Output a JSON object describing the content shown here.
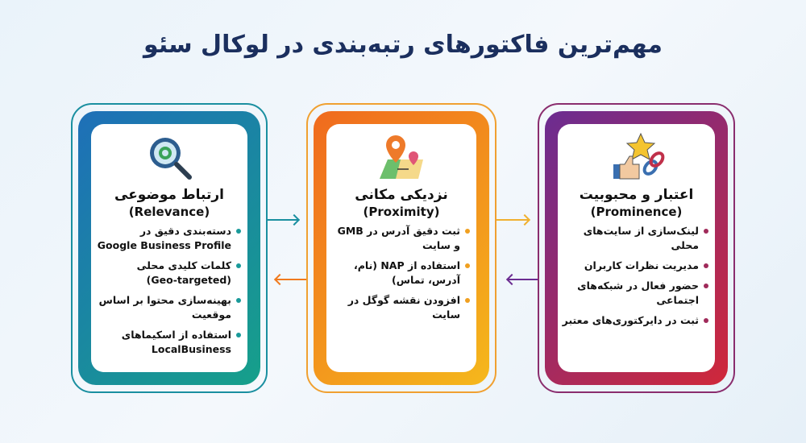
{
  "title": "مهم‌ترین فاکتورهای رتبه‌بندی در لوکال سئو",
  "colors": {
    "relevance": "#1a9a9a",
    "proximity": "#f07a1e",
    "prominence": "#8a2d8e",
    "title": "#1b2f5e"
  },
  "cards": [
    {
      "icon": "gear-magnifier-icon",
      "title": "ارتباط موضوعی",
      "subtitle": "(Relevance)",
      "items": [
        {
          "fa": "دسته‌بندی دقیق در",
          "en": "Google Business Profile"
        },
        {
          "fa": "کلمات کلیدی محلی",
          "en": "(Geo-targeted)"
        },
        {
          "fa": "بهینه‌سازی محتوا بر اساس موقعیت",
          "en": ""
        },
        {
          "fa": "استفاده از اسکیماهای",
          "en": "LocalBusiness"
        }
      ]
    },
    {
      "icon": "map-pin-icon",
      "title": "نزدیکی مکانی",
      "subtitle": "(Proximity)",
      "items": [
        {
          "fa": "ثبت دقیق آدرس در GMB و سایت",
          "en": ""
        },
        {
          "fa": "استفاده از NAP (نام، آدرس، تماس)",
          "en": ""
        },
        {
          "fa": "افزودن نقشه گوگل در سایت",
          "en": ""
        }
      ]
    },
    {
      "icon": "star-thumb-link-icon",
      "title": "اعتبار و محبوبیت",
      "subtitle": "(Prominence)",
      "items": [
        {
          "fa": "لینک‌سازی از سایت‌های محلی",
          "en": ""
        },
        {
          "fa": "مدیریت نظرات کاربران",
          "en": ""
        },
        {
          "fa": "حضور فعال در شبکه‌های اجتماعی",
          "en": ""
        },
        {
          "fa": "ثبت در دایرکتوری‌های معتبر",
          "en": ""
        }
      ]
    }
  ]
}
